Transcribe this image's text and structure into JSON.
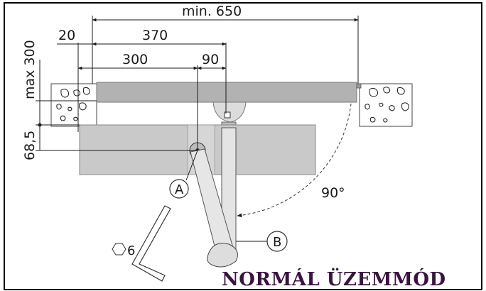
{
  "title": "NORMÁL ÜZEMMÓD",
  "dimensions": {
    "min_650": "min. 650",
    "d20": "20",
    "d370": "370",
    "d300": "300",
    "d90": "90",
    "max300": "max 300",
    "d68_5": "68,5",
    "angle": "90°"
  },
  "labels": {
    "a": "A",
    "b": "B",
    "hex": "6"
  },
  "colors": {
    "frame": "#b2b2b2",
    "body": "#c9c9c9",
    "title": "#3a1440",
    "line": "#1a1a1a"
  }
}
